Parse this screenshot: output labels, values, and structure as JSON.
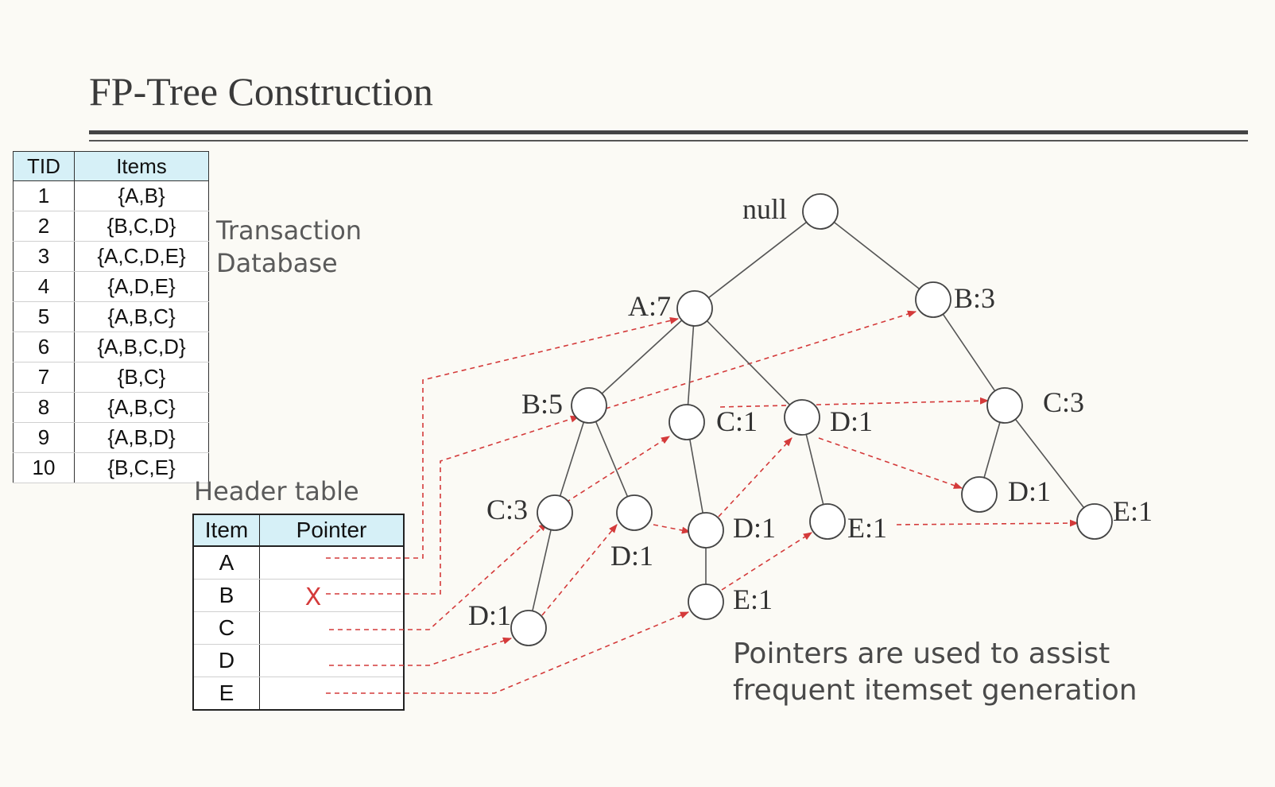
{
  "title": "FP-Tree Construction",
  "transaction_db": {
    "label_line1": "Transaction",
    "label_line2": "Database",
    "headers": [
      "TID",
      "Items"
    ],
    "rows": [
      [
        "1",
        "{A,B}"
      ],
      [
        "2",
        "{B,C,D}"
      ],
      [
        "3",
        "{A,C,D,E}"
      ],
      [
        "4",
        "{A,D,E}"
      ],
      [
        "5",
        "{A,B,C}"
      ],
      [
        "6",
        "{A,B,C,D}"
      ],
      [
        "7",
        "{B,C}"
      ],
      [
        "8",
        "{A,B,C}"
      ],
      [
        "9",
        "{A,B,D}"
      ],
      [
        "10",
        "{B,C,E}"
      ]
    ]
  },
  "header_table": {
    "label": "Header table",
    "headers": [
      "Item",
      "Pointer"
    ],
    "items": [
      "A",
      "B",
      "C",
      "D",
      "E"
    ],
    "mark": "X"
  },
  "tree": {
    "nodes": [
      {
        "id": "root",
        "label": "null"
      },
      {
        "id": "a7",
        "label": "A:7"
      },
      {
        "id": "b3",
        "label": "B:3"
      },
      {
        "id": "b5",
        "label": "B:5"
      },
      {
        "id": "c1",
        "label": "C:1"
      },
      {
        "id": "d1a",
        "label": "D:1"
      },
      {
        "id": "c3r",
        "label": "C:3"
      },
      {
        "id": "c3l",
        "label": "C:3"
      },
      {
        "id": "d1b",
        "label": "D:1"
      },
      {
        "id": "d1c",
        "label": "D:1"
      },
      {
        "id": "e1a",
        "label": "E:1"
      },
      {
        "id": "d1d",
        "label": "D:1"
      },
      {
        "id": "e1b",
        "label": "E:1"
      },
      {
        "id": "d1e",
        "label": "D:1"
      },
      {
        "id": "e1c",
        "label": "E:1"
      }
    ],
    "edges": [
      [
        "root",
        "a7"
      ],
      [
        "root",
        "b3"
      ],
      [
        "a7",
        "b5"
      ],
      [
        "a7",
        "c1"
      ],
      [
        "a7",
        "d1a"
      ],
      [
        "b3",
        "c3r"
      ],
      [
        "b5",
        "c3l"
      ],
      [
        "b5",
        "d1b"
      ],
      [
        "c1",
        "d1c"
      ],
      [
        "d1a",
        "e1a"
      ],
      [
        "c3r",
        "d1d"
      ],
      [
        "c3r",
        "e1b"
      ],
      [
        "c3l",
        "d1e"
      ],
      [
        "d1c",
        "e1c"
      ]
    ],
    "pointer_color": "#d43a3a"
  },
  "caption": {
    "line1": "Pointers are used to assist",
    "line2": "frequent itemset generation"
  }
}
